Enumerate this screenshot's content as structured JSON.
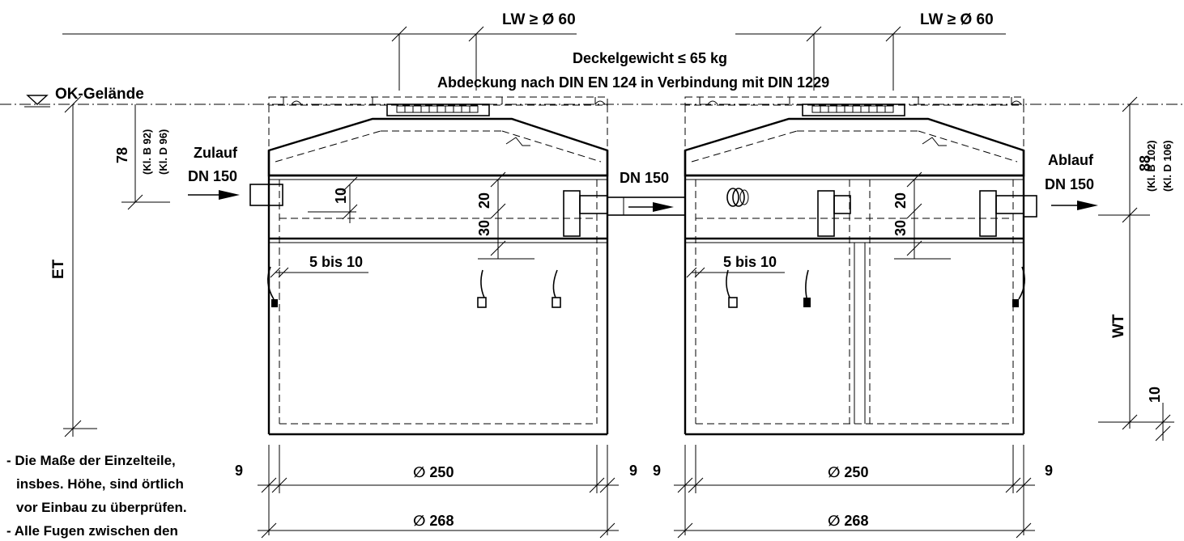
{
  "labels": {
    "lw_left": "LW ≥ Ø 60",
    "lw_right": "LW ≥ Ø 60",
    "deckelgewicht": "Deckelgewicht ≤ 65 kg",
    "abdeckung": "Abdeckung nach DIN EN 124 in Verbindung mit DIN 1229",
    "ok_gelaende": "OK-Gelände",
    "zulauf": "Zulauf",
    "zulauf_dn": "DN 150",
    "mid_dn": "DN 150",
    "ablauf": "Ablauf",
    "ablauf_dn": "DN 150",
    "et": "ET",
    "wt": "WT"
  },
  "dims": {
    "h78": "78",
    "h88": "88",
    "kl_b92": "(Kl. B 92)",
    "kl_d96": "(Kl. D 96)",
    "kl_b102": "(Kl. B 102)",
    "kl_d106": "(Kl. D 106)",
    "d10_left": "10",
    "d20_left": "20",
    "d30_left": "30",
    "d20_right": "20",
    "d30_right": "30",
    "d10_wt": "10",
    "range_left": "5 bis 10",
    "range_right": "5 bis 10",
    "w9_a": "9",
    "w9_b": "9",
    "w9_c": "9",
    "w9_d": "9",
    "dia250_left": "∅ 250",
    "dia250_right": "∅ 250",
    "dia268_left": "∅ 268",
    "dia268_right": "∅ 268"
  },
  "notes": [
    "- Die Maße der Einzelteile,",
    "insbes. Höhe, sind örtlich",
    "vor Einbau zu überprüfen.",
    "- Alle Fugen zwischen den"
  ]
}
